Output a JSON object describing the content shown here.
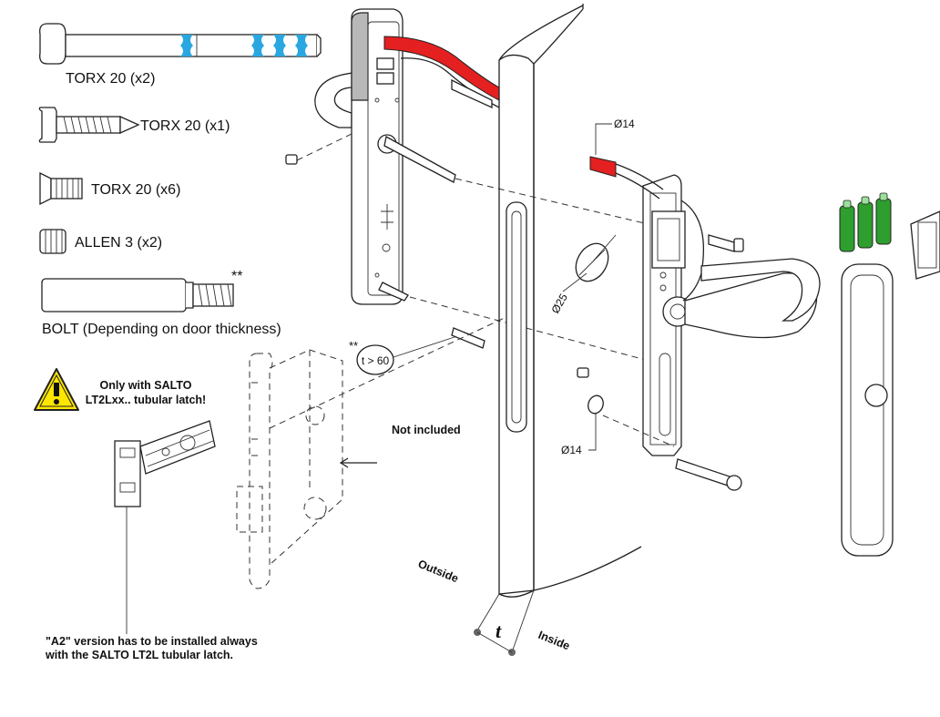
{
  "colors": {
    "blue_band": "#2aa7e0",
    "red_cable": "#e42020",
    "battery_green": "#2e9e2e",
    "warning_yellow": "#ffe600",
    "grey_cap": "#b8b8b8"
  },
  "screws": {
    "torx_long": "TORX 20 (x2)",
    "torx_self_tap": "TORX 20 (x1)",
    "torx_countersunk": "TORX 20 (x6)",
    "allen": "ALLEN 3 (x2)",
    "bolt": "BOLT (Depending on door thickness)",
    "bolt_mark": "**"
  },
  "warning": {
    "line1": "Only with SALTO",
    "line2": "LT2Lxx.. tubular latch!"
  },
  "notes": {
    "a2_line1": "\"A2\" version has to be installed always",
    "a2_line2": "with the SALTO LT2L tubular latch.",
    "not_included": "Not included",
    "thickness_mark": "**",
    "thickness_label": "t > 60"
  },
  "dimensions": {
    "d14_top": "Ø14",
    "d25": "Ø25",
    "d14_bottom": "Ø14",
    "door_thickness": "t"
  },
  "door": {
    "outside": "Outside",
    "inside": "Inside"
  }
}
